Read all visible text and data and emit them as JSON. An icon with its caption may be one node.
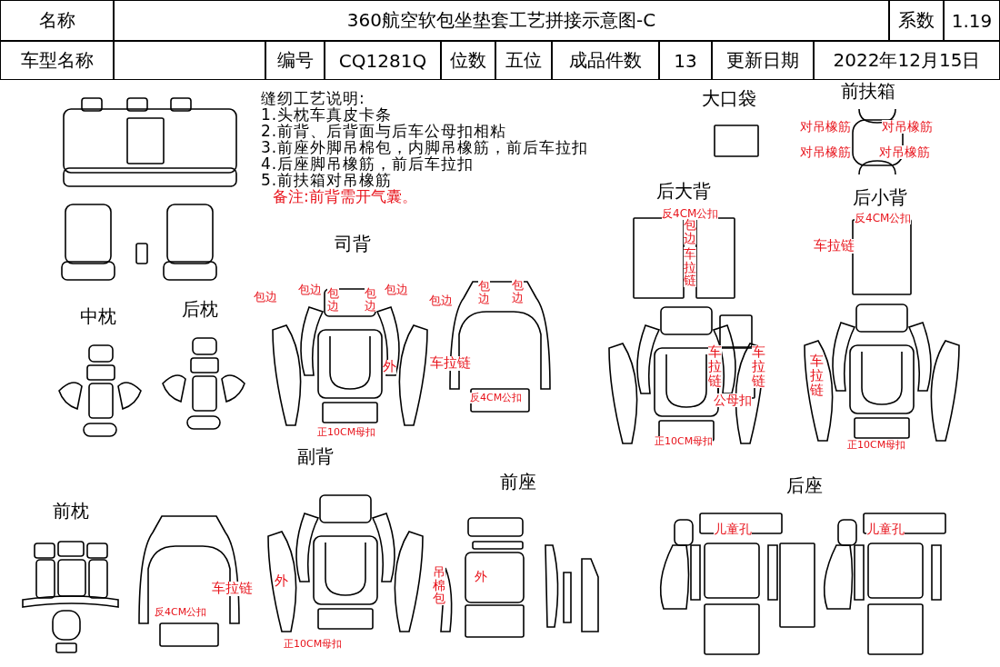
{
  "diagram": {
    "labels": [
      "名称",
      "360航空软包坐垫套工艺拼接示意图-C",
      "系数",
      "1.19",
      "车型名称",
      "编号",
      "CQ1281Q",
      "位数",
      "五位",
      "成品件数",
      "13",
      "更新日期",
      "2022年12月15日",
      "缝纫工艺说明:",
      "1.头枕车真皮卡条",
      "2.前背、后背面与后车公母扣相粘",
      "3.前座外脚吊棉包，内脚吊橡筋，前后车拉扣",
      "4.后座脚吊橡筋，前后车拉扣",
      "5.前扶箱对吊橡筋",
      "备注:前背需开气囊。",
      "大口袋",
      "前扶箱",
      "对吊橡筋",
      "对吊橡筋",
      "对吊橡筋",
      "对吊橡筋",
      "后大背",
      "后小背",
      "反4CM公扣",
      "包边",
      "车拉链",
      "反4CM公扣",
      "车拉链",
      "司背",
      "中枕",
      "后枕",
      "包边",
      "包边",
      "包边",
      "包边",
      "包边",
      "包边",
      "包边",
      "包边",
      "外",
      "车拉链",
      "反4CM公扣",
      "正10CM母扣",
      "车拉链",
      "车拉链",
      "公母扣",
      "车拉链",
      "正10CM母扣",
      "正10CM母扣",
      "副背",
      "前枕",
      "前座",
      "后座",
      "车拉链",
      "外",
      "反4CM公扣",
      "正10CM母扣",
      "吊棉包",
      "外",
      "儿童孔",
      "儿童孔"
    ]
  }
}
